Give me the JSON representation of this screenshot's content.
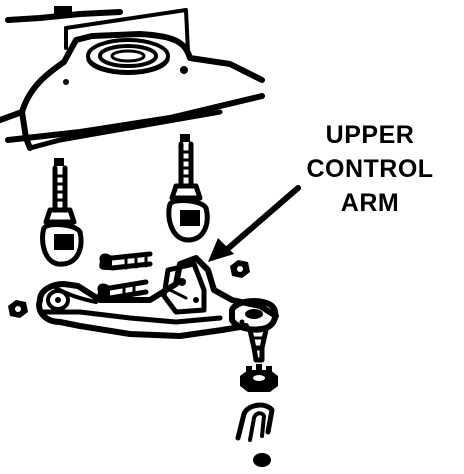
{
  "callout": {
    "lines": [
      "UPPER",
      "CONTROL",
      "ARM"
    ]
  },
  "parts": [
    "strut-tower",
    "ball-stud-left",
    "ball-stud-right",
    "pivot-bolt-upper",
    "pivot-bolt-lower",
    "nut-left",
    "nut-right",
    "upper-control-arm",
    "ball-joint-stud",
    "castle-nut",
    "cotter-pin",
    "ball-joint-nut"
  ],
  "colors": {
    "line": "#000000",
    "background": "#ffffff"
  }
}
